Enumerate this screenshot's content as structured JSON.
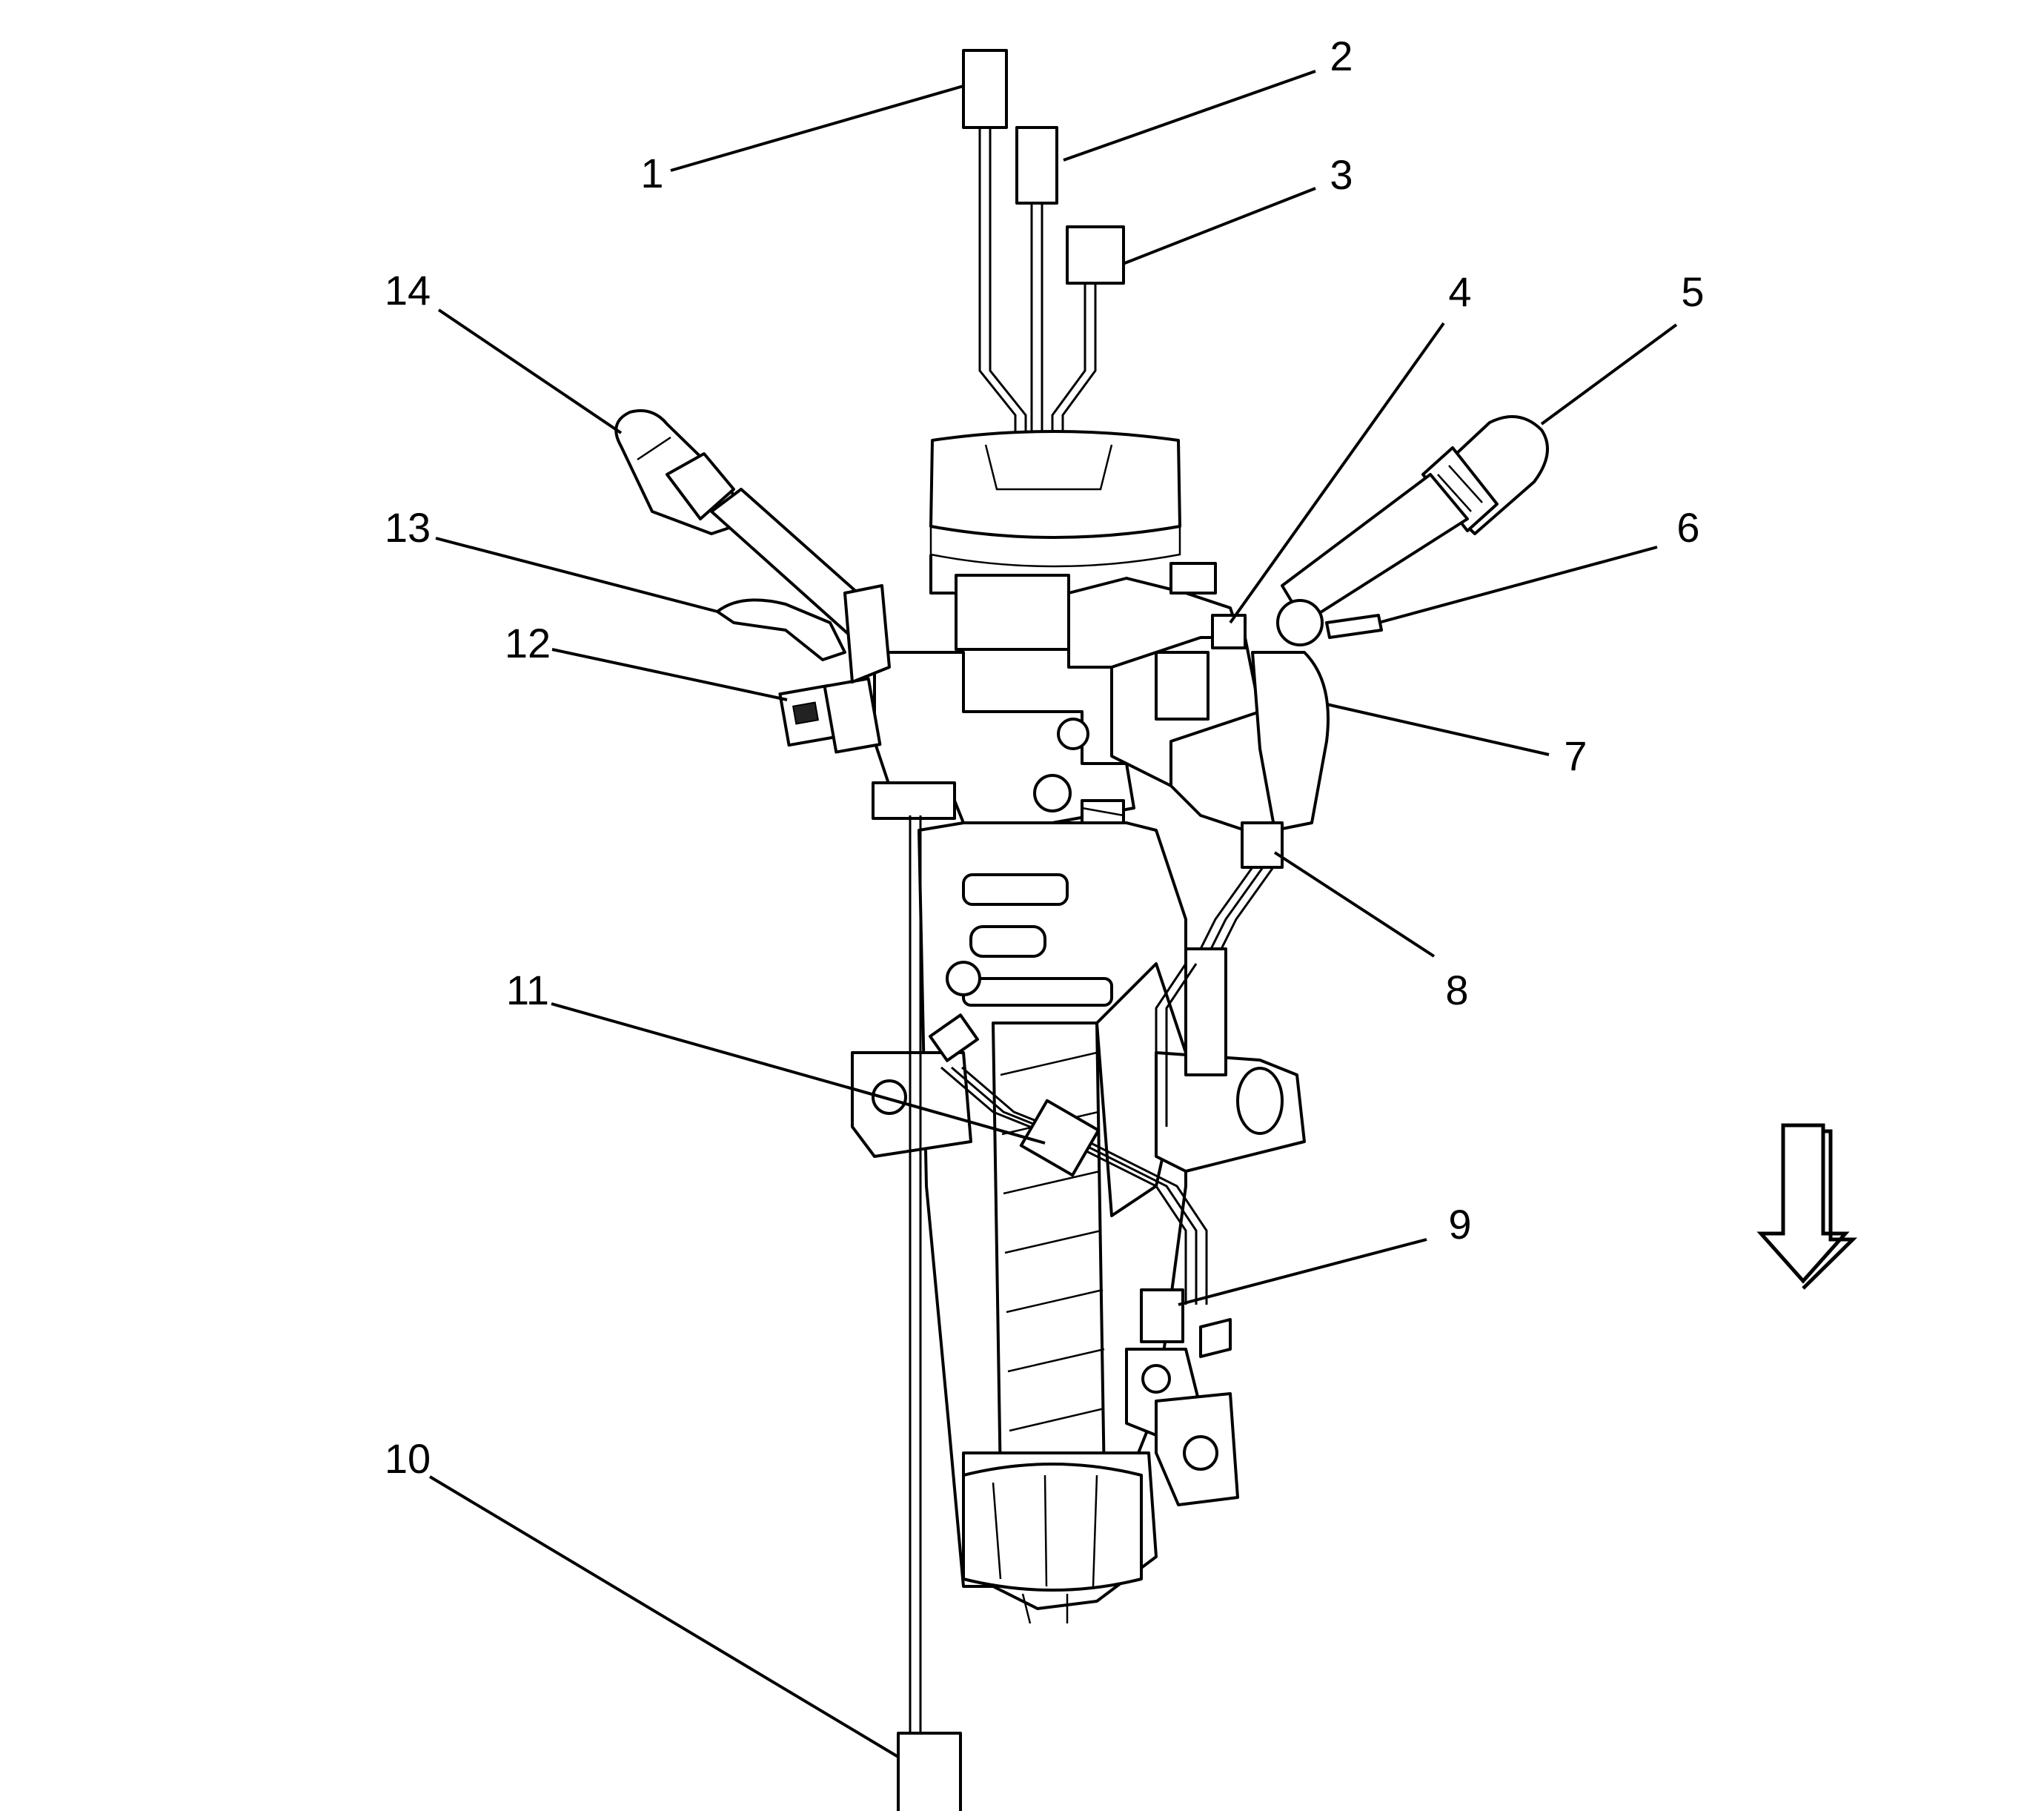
{
  "callouts": [
    {
      "id": "1",
      "label": "1"
    },
    {
      "id": "2",
      "label": "2"
    },
    {
      "id": "3",
      "label": "3"
    },
    {
      "id": "4",
      "label": "4"
    },
    {
      "id": "5",
      "label": "5"
    },
    {
      "id": "6",
      "label": "6"
    },
    {
      "id": "7",
      "label": "7"
    },
    {
      "id": "8",
      "label": "8"
    },
    {
      "id": "9",
      "label": "9"
    },
    {
      "id": "10",
      "label": "10"
    },
    {
      "id": "11",
      "label": "11"
    },
    {
      "id": "12",
      "label": "12"
    },
    {
      "id": "13",
      "label": "13"
    },
    {
      "id": "14",
      "label": "14"
    }
  ],
  "view_arrow": {
    "direction": "down",
    "icon": "down-arrow-icon"
  },
  "colors": {
    "line": "#000000",
    "background": "#ffffff"
  }
}
